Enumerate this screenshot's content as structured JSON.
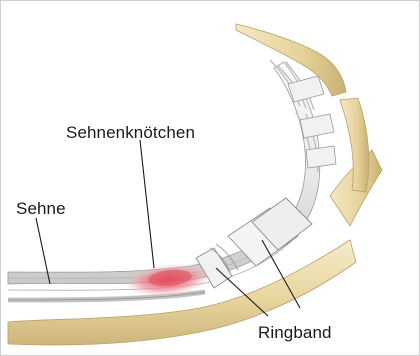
{
  "labels": {
    "nodule": "Sehnenknötchen",
    "tendon": "Sehne",
    "pulley": "Ringband"
  }
}
